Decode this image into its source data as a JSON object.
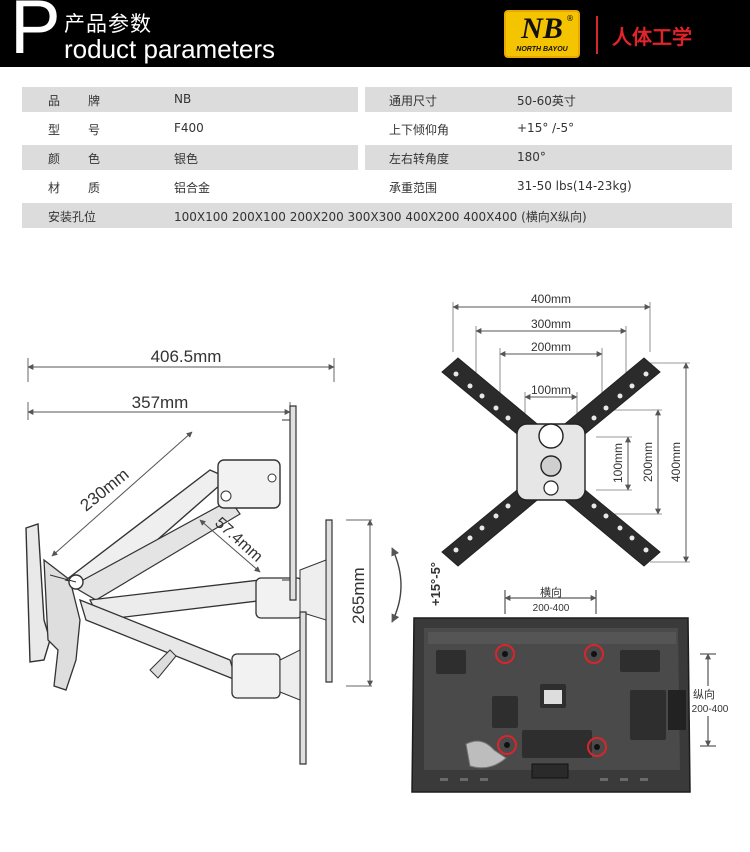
{
  "header": {
    "big_letter": "P",
    "title_cn": "产品参数",
    "title_en": "roduct parameters",
    "brand_logo_text": "NB",
    "brand_logo_sub": "NORTH BAYOU",
    "brand_logo_reg": "®",
    "slogan": "人体工学"
  },
  "params": {
    "rows": [
      {
        "label": "品牌",
        "value": "NB",
        "right_label": "通用尺寸",
        "right_value": "50-60英寸"
      },
      {
        "label": "型号",
        "value": "F400",
        "right_label": "上下倾仰角",
        "right_value": "+15°  /-5°"
      },
      {
        "label": "颜色",
        "value": "银色",
        "right_label": "左右转角度",
        "right_value": "180°"
      },
      {
        "label": "材质",
        "value": "铝合金",
        "right_label": "承重范围",
        "right_value": "31-50 lbs(14-23kg)"
      }
    ],
    "mount_label": "安装孔位",
    "mount_value": "100X100  200X100  200X200  300X300  400X200  400X400 (横向X纵向)"
  },
  "side_view": {
    "dim_total": "406.5mm",
    "dim_reach": "357mm",
    "dim_arm": "230mm",
    "dim_short": "57.4mm",
    "dim_height": "265mm",
    "tilt": "+15°-5°"
  },
  "plate_view": {
    "dim_400h": "400mm",
    "dim_300h": "300mm",
    "dim_200h": "200mm",
    "dim_100h": "100mm",
    "dim_100v": "100mm",
    "dim_200v": "200mm",
    "dim_400v": "400mm"
  },
  "tv_view": {
    "horizontal_label": "横向",
    "horizontal_range": "200-400",
    "vertical_label": "纵向",
    "vertical_range": "200-400"
  },
  "colors": {
    "header_bg": "#000000",
    "row_shade": "#dcdcdc",
    "brand_yellow": "#f5c400",
    "slogan_red": "#e1242a",
    "hole_ring_red": "#d9252b"
  }
}
